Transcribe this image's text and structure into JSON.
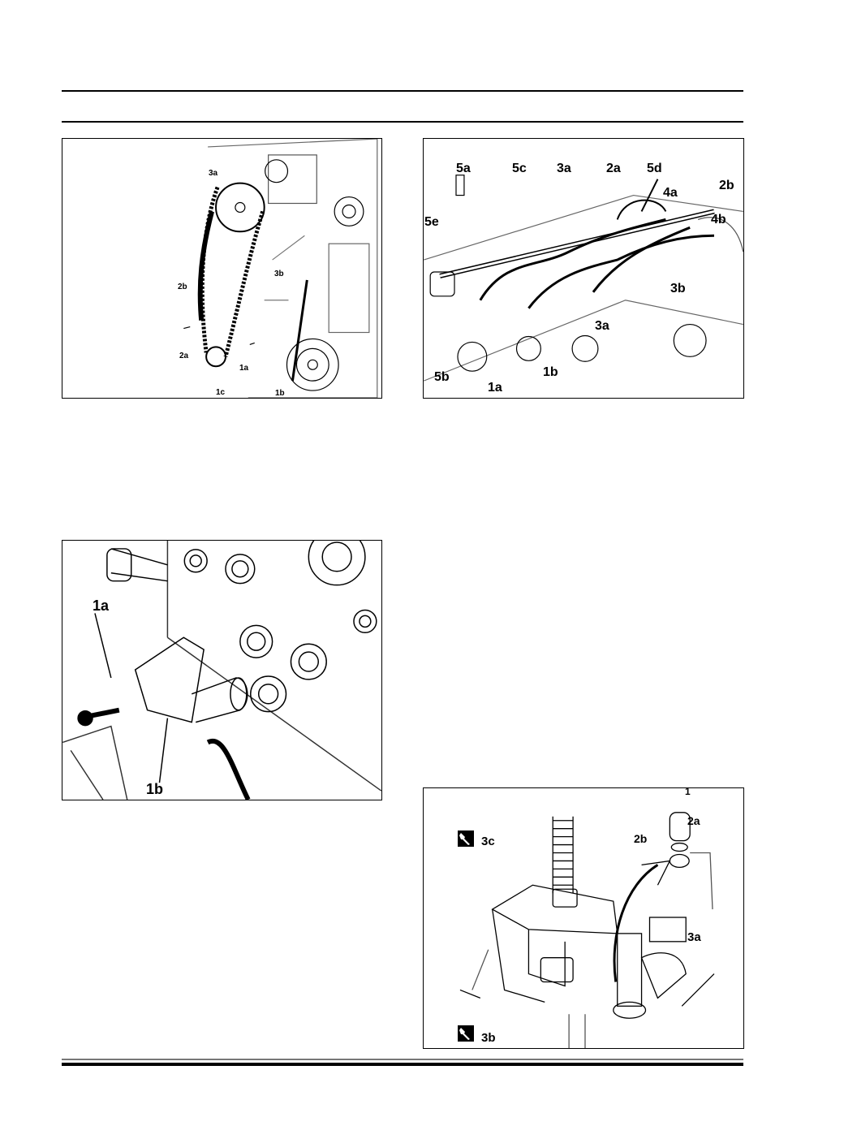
{
  "figures": {
    "timing_chain": {
      "labels": {
        "l3a": "3a",
        "l3b": "3b",
        "l2b": "2b",
        "l2a": "2a",
        "l1a": "1a",
        "l1c": "1c",
        "l1b": "1b"
      }
    },
    "injector_pipes": {
      "labels": {
        "l5a": "5a",
        "l5c": "5c",
        "l3a_top": "3a",
        "l2a": "2a",
        "l5d": "5d",
        "l2b": "2b",
        "l4a": "4a",
        "l4b": "4b",
        "l5e": "5e",
        "l3b": "3b",
        "l3a": "3a",
        "l1b": "1b",
        "l1a": "1a",
        "l5b": "5b"
      }
    },
    "tensioner": {
      "labels": {
        "l1a": "1a",
        "l1b": "1b"
      }
    },
    "injector_puller": {
      "labels": {
        "l1": "1",
        "l2a": "2a",
        "l2b": "2b",
        "l3c": "3c",
        "l3a": "3a",
        "l3b": "3b"
      },
      "icons": [
        "wrench-icon",
        "wrench-icon"
      ]
    }
  }
}
